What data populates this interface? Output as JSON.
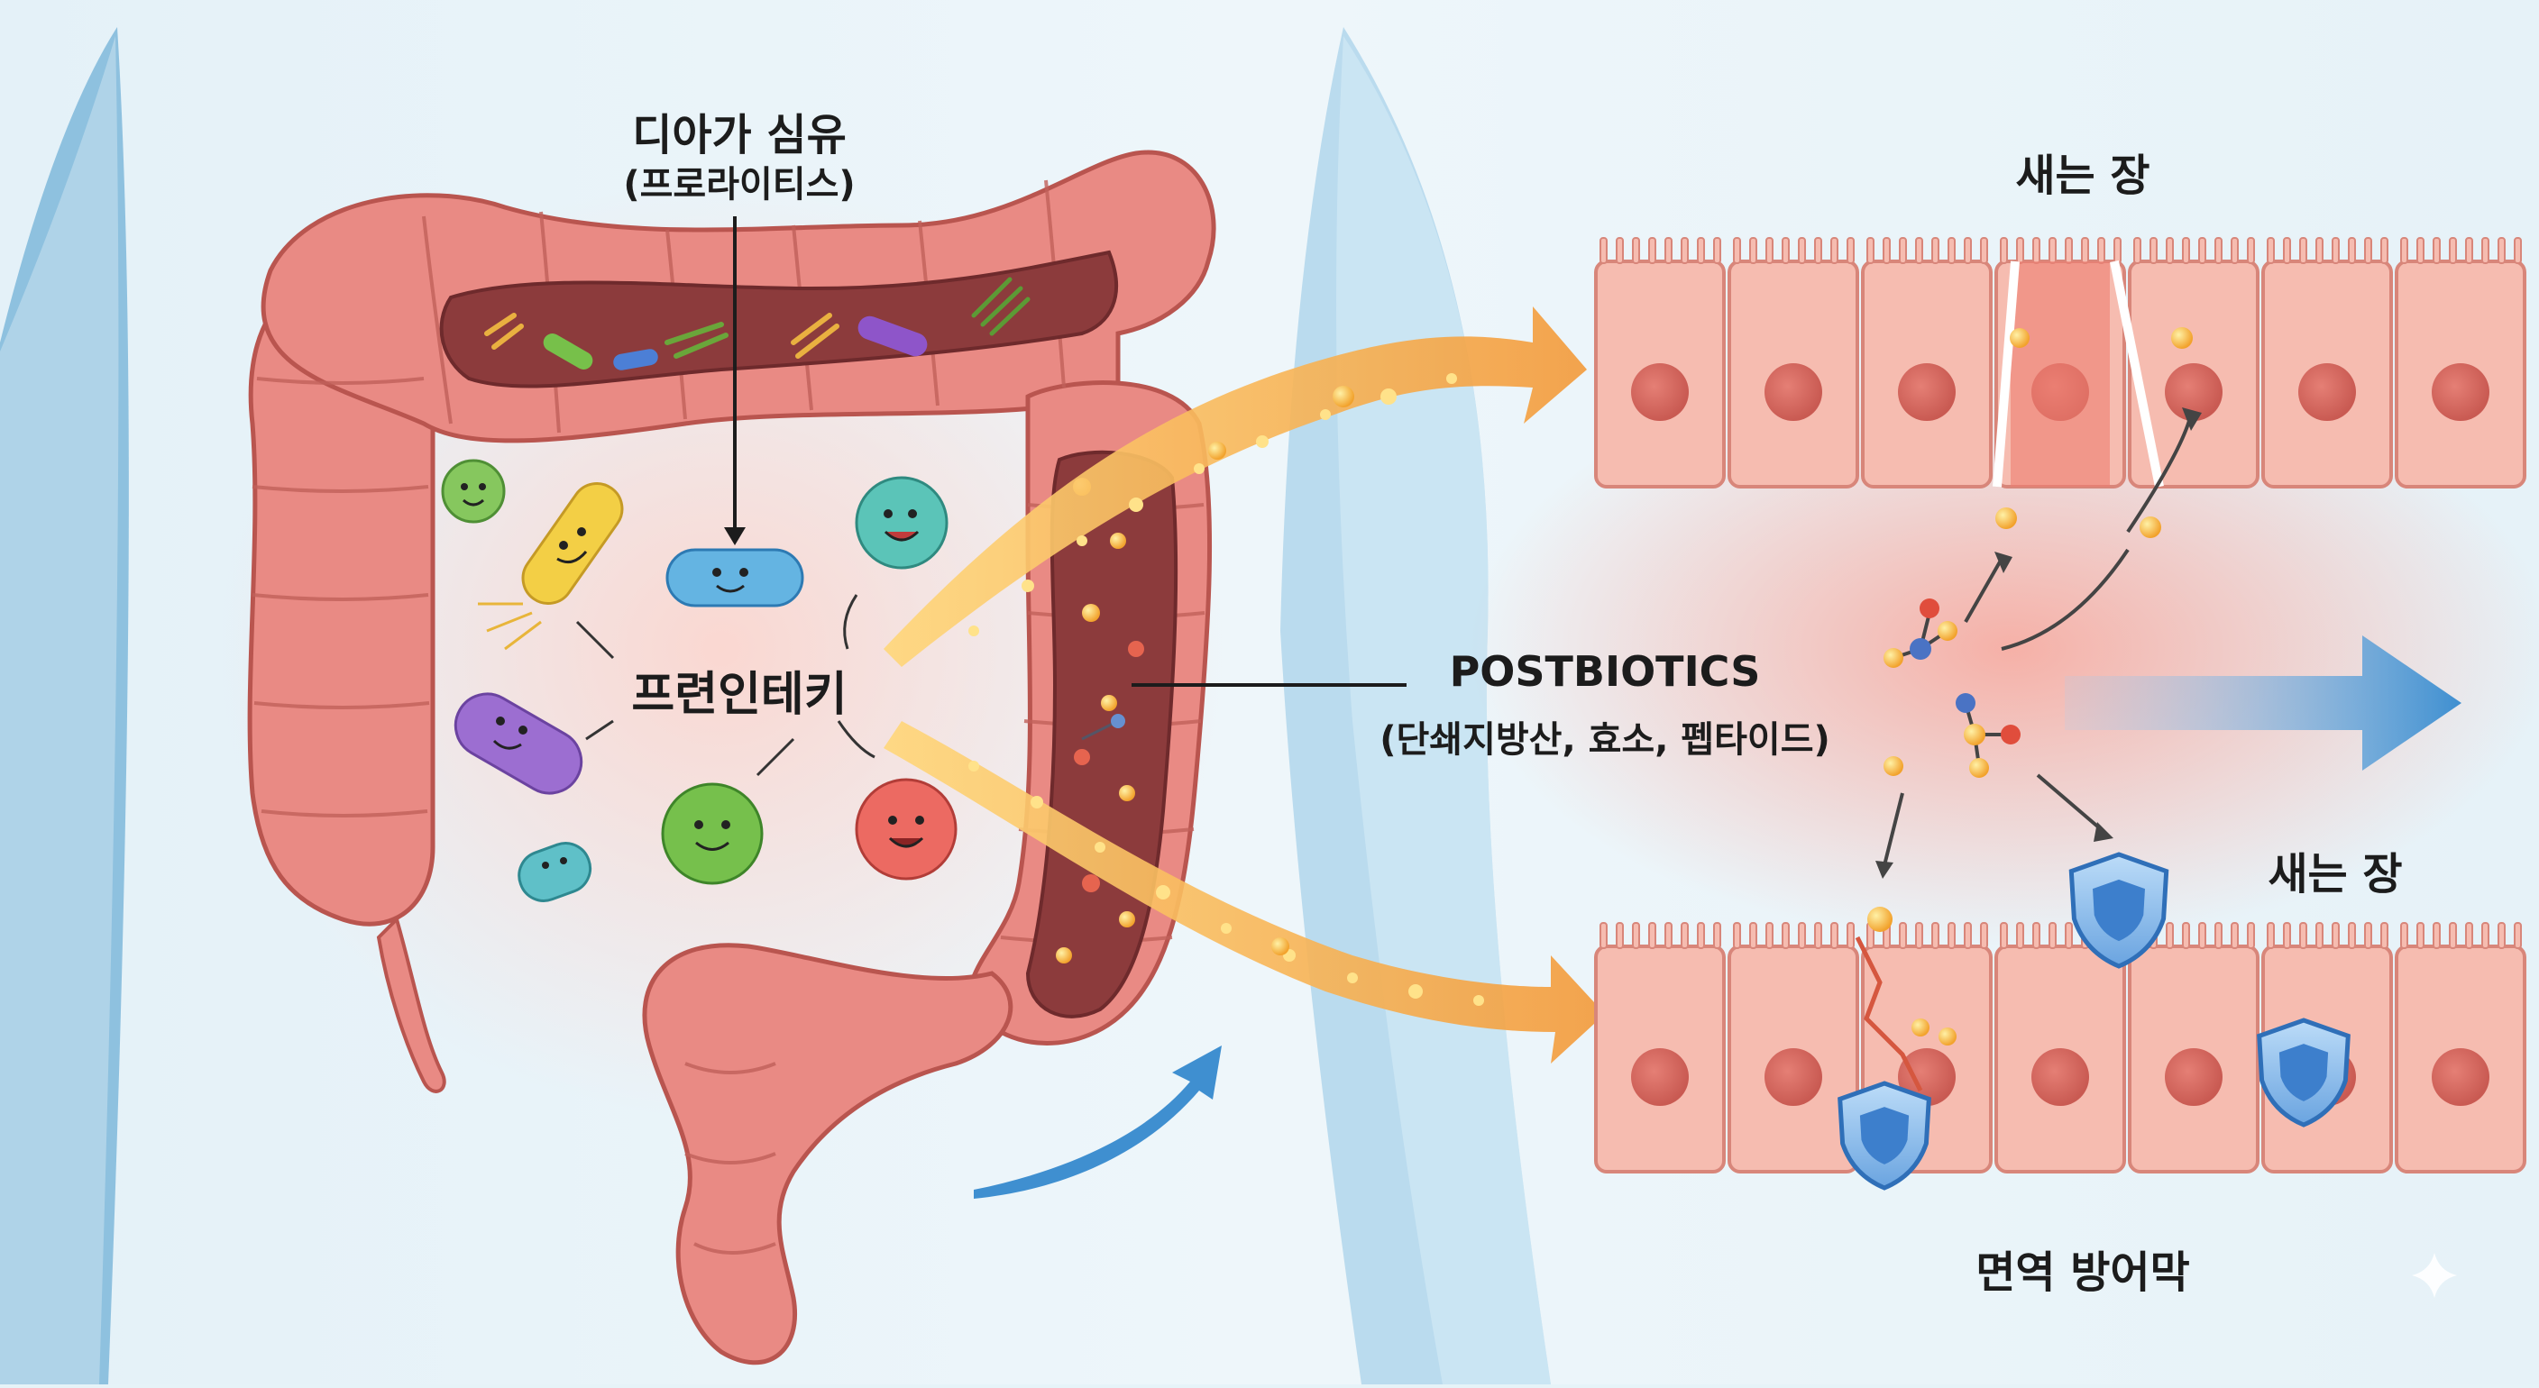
{
  "labels": {
    "fiber_title": "디아가 심유",
    "fiber_sub": "(프로라이티스)",
    "probiotics": "프련인테키",
    "postbiotics_title": "POSTBIOTICS",
    "postbiotics_sub": "(단쇄지방산, 효소, 펩타이드)",
    "leaky_gut_top": "새는 장",
    "leaky_gut_right": "새는 장",
    "immune_barrier": "면역 방어막"
  },
  "colors": {
    "background": "#e6f3f8",
    "intestine": "#e98a84",
    "intestine_dark": "#c65d5a",
    "cells": "#f6bcb0",
    "cells_damaged": "#ee7f72",
    "arrow_orange": "#f5a13c",
    "arrow_blue": "#3f8fd0",
    "shield": "#4a8fd8"
  },
  "icons": {
    "shield": "shield-icon",
    "molecule": "molecule-icon",
    "bacteria": "bacteria-icon",
    "sparkle": "sparkle-icon"
  }
}
